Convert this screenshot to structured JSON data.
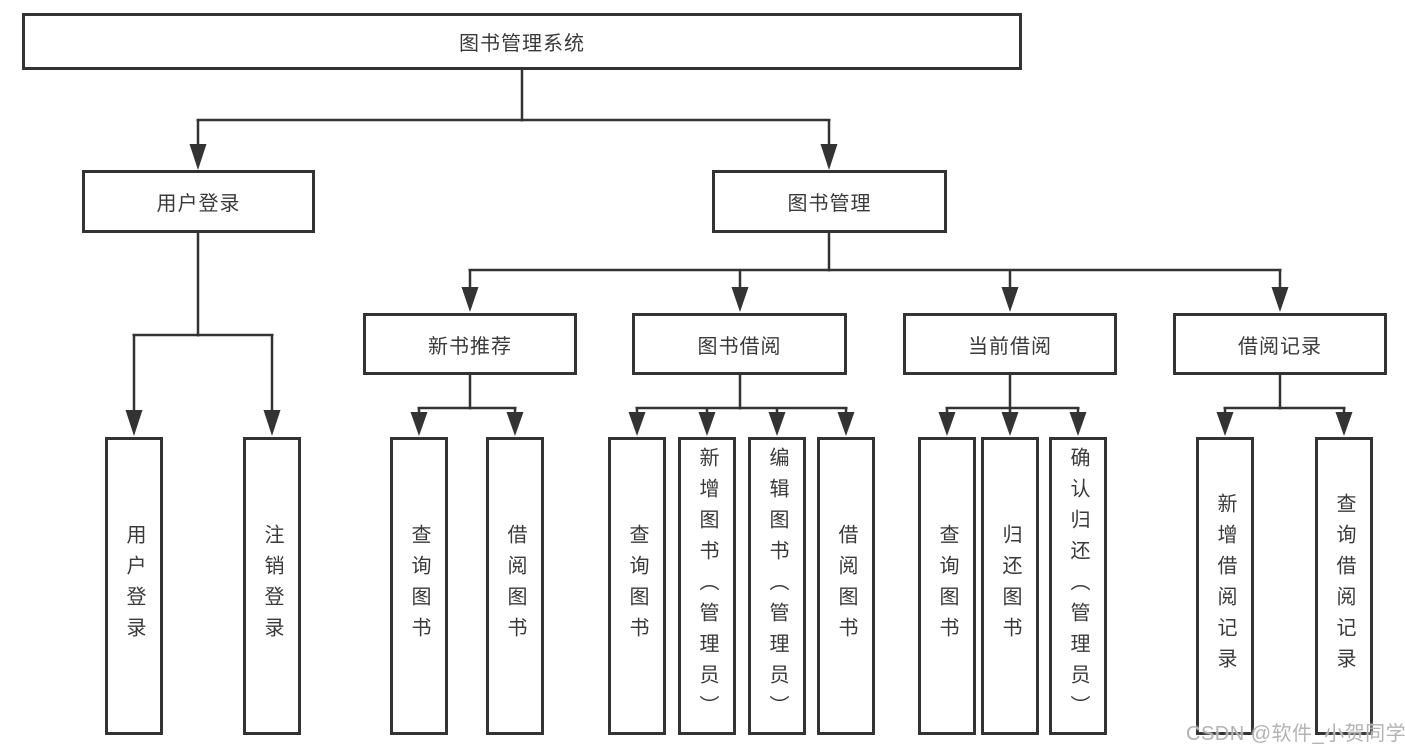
{
  "diagram": {
    "title": "图书管理系统",
    "level2": [
      {
        "label": "用户登录"
      },
      {
        "label": "图书管理"
      }
    ],
    "level3": [
      {
        "label": "新书推荐"
      },
      {
        "label": "图书借阅"
      },
      {
        "label": "当前借阅"
      },
      {
        "label": "借阅记录"
      }
    ],
    "leaves": [
      {
        "label": "用户登录"
      },
      {
        "label": "注销登录"
      },
      {
        "label": "查询图书"
      },
      {
        "label": "借阅图书"
      },
      {
        "label": "查询图书"
      },
      {
        "label": "新增图书（管理员）"
      },
      {
        "label": "编辑图书（管理员）"
      },
      {
        "label": "借阅图书"
      },
      {
        "label": "查询图书"
      },
      {
        "label": "归还图书"
      },
      {
        "label": "确认归还（管理员）"
      },
      {
        "label": "新增借阅记录"
      },
      {
        "label": "查询借阅记录"
      }
    ]
  },
  "watermark": "CSDN @软件_小贺同学",
  "colors": {
    "line": "#333333",
    "text": "#3a3a3a",
    "box_background": "#ffffff",
    "watermark": "#b3b3b3"
  }
}
